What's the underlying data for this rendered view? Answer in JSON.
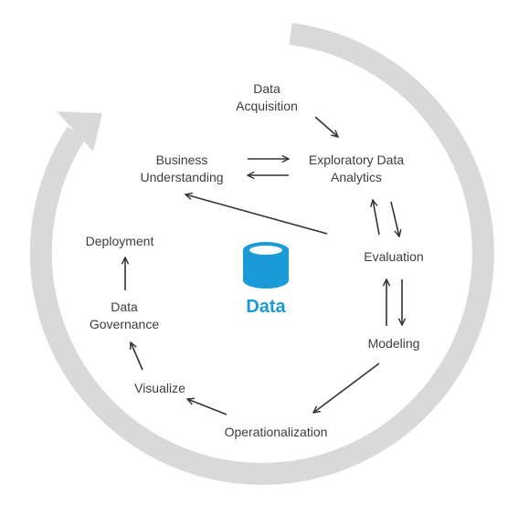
{
  "center": {
    "label": "Data",
    "icon": "database-icon",
    "color": "#1a9ad6"
  },
  "cycle_ring_color": "#d9d9d9",
  "arrow_color": "#333333",
  "nodes": {
    "data_acquisition": [
      "Data",
      "Acquisition"
    ],
    "exploratory_data_analytics": [
      "Exploratory Data",
      "Analytics"
    ],
    "business_understanding": [
      "Business",
      "Understanding"
    ],
    "evaluation": [
      "Evaluation"
    ],
    "modeling": [
      "Modeling"
    ],
    "operationalization": [
      "Operationalization"
    ],
    "visualize": [
      "Visualize"
    ],
    "data_governance": [
      "Data",
      "Governance"
    ],
    "deployment": [
      "Deployment"
    ]
  }
}
